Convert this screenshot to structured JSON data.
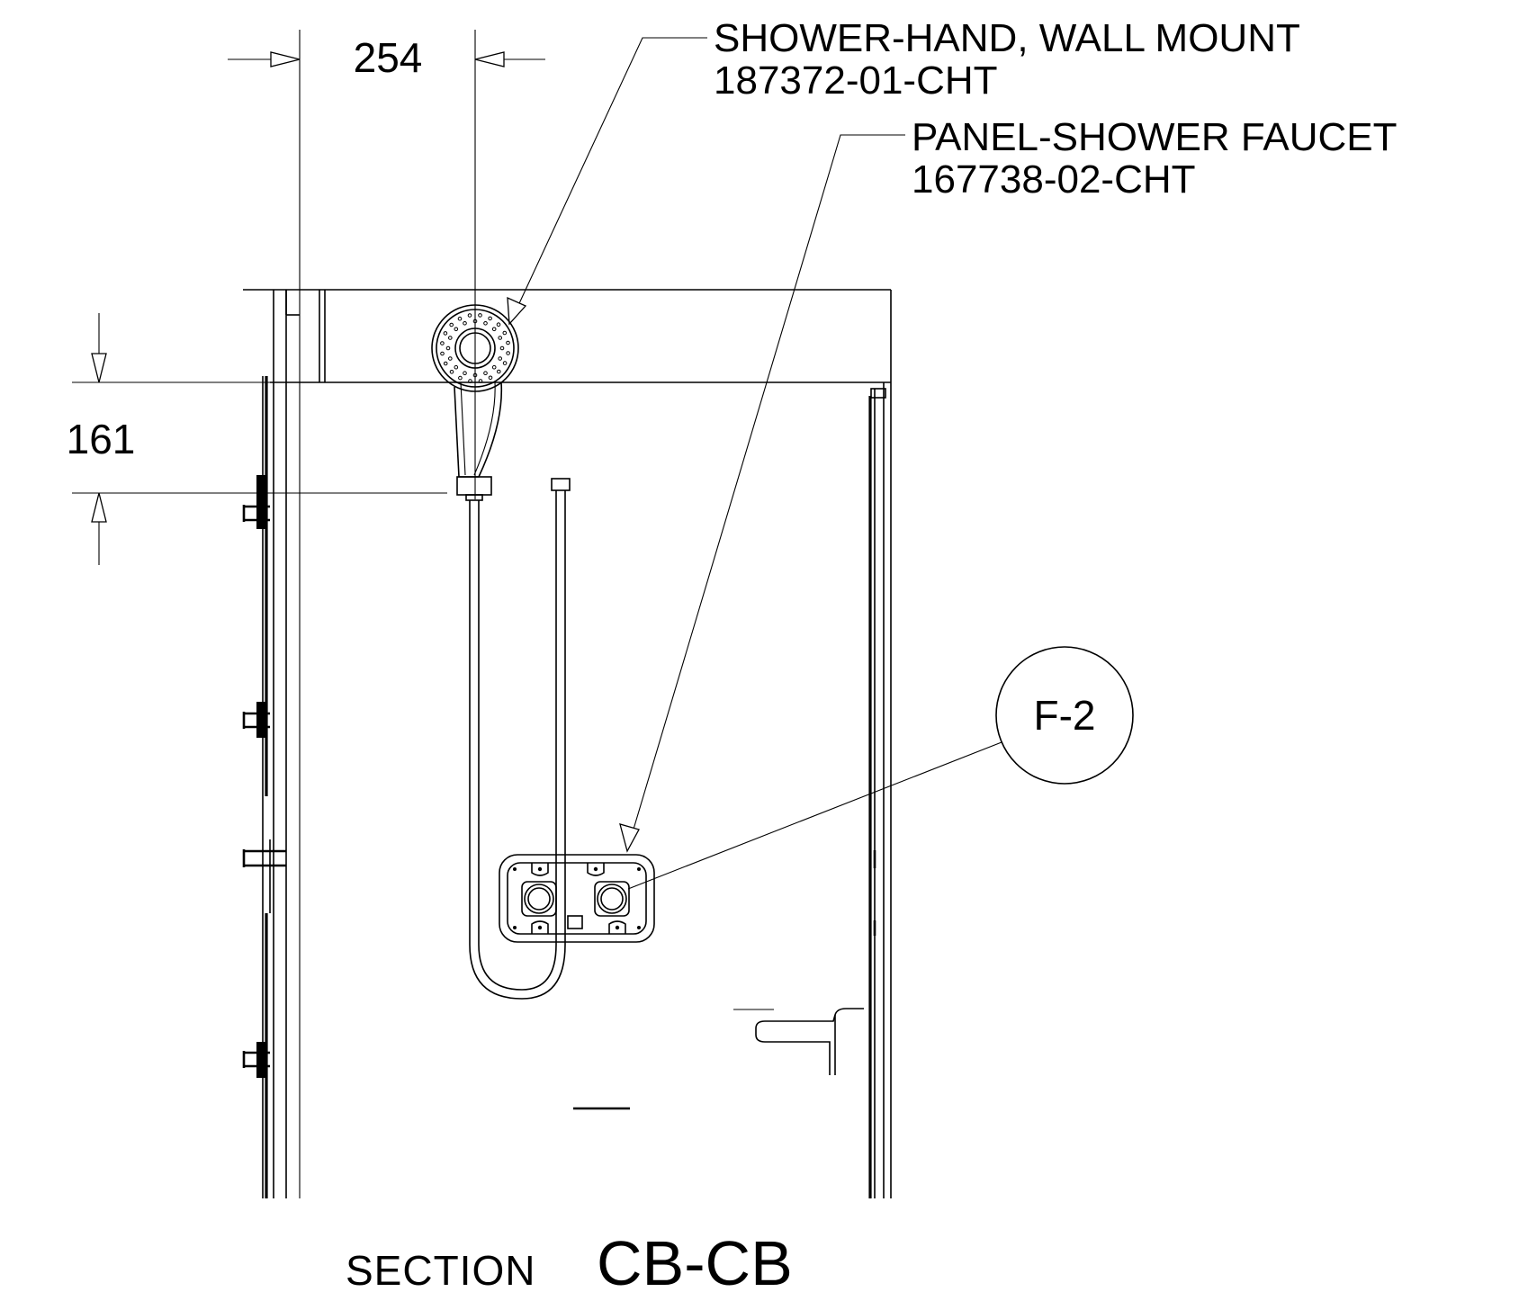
{
  "drawing": {
    "section_prefix": "SECTION",
    "section_id": "CB-CB",
    "dimensions": {
      "horizontal": "254",
      "vertical": "161"
    },
    "callouts": [
      {
        "name": "SHOWER-HAND, WALL MOUNT",
        "part_number": "187372-01-CHT"
      },
      {
        "name": "PANEL-SHOWER FAUCET",
        "part_number": "167738-02-CHT"
      }
    ],
    "detail_tag": "F-2"
  },
  "colors": {
    "line": "#000000",
    "background": "#ffffff"
  }
}
